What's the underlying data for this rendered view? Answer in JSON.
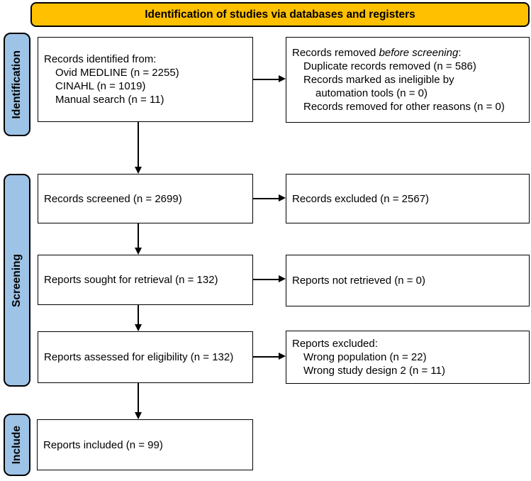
{
  "banner": {
    "label": "Identification of studies via databases and registers"
  },
  "colors": {
    "banner_bg": "#FFC000",
    "stage_bg": "#9DC3E6",
    "box_border": "#000000",
    "arrow": "#000000"
  },
  "stages": {
    "identification": "Identification",
    "screening": "Screening",
    "include": "Include"
  },
  "boxes": {
    "identified": {
      "title": "Records identified from:",
      "items": [
        "Ovid MEDLINE (n = 2255)",
        "CINAHL (n = 1019)",
        "Manual search (n = 11)"
      ]
    },
    "removed": {
      "title_prefix": "Records removed ",
      "title_italic": "before screening",
      "title_suffix": ":",
      "items": [
        "Duplicate records removed (n = 586)",
        "Records marked as ineligible by",
        "automation tools (n = 0)",
        "Records removed for other reasons (n = 0)"
      ]
    },
    "screened": {
      "label": "Records screened (n = 2699)"
    },
    "excluded": {
      "label": "Records excluded (n = 2567)"
    },
    "sought": {
      "label": "Reports sought for retrieval (n = 132)"
    },
    "not_retrieved": {
      "label": "Reports not retrieved (n = 0)"
    },
    "assessed": {
      "label": "Reports assessed for eligibility (n = 132)"
    },
    "reports_excluded": {
      "title": "Reports excluded:",
      "items": [
        "Wrong population (n = 22)",
        "Wrong study design 2 (n = 11)"
      ]
    },
    "included": {
      "label": "Reports included (n = 99)"
    }
  }
}
